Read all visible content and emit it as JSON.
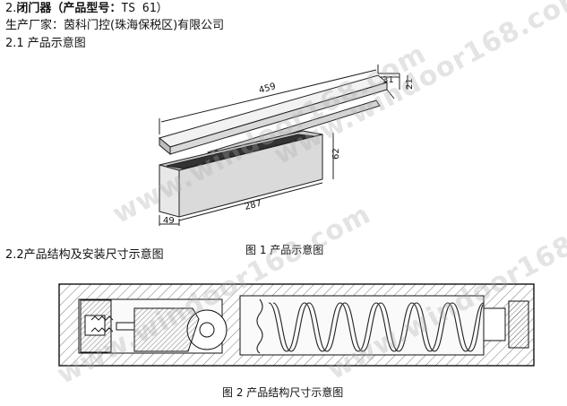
{
  "section": {
    "heading_prefix": "2.",
    "heading_bold": "闭门器（产品型号：",
    "heading_model": "TS 61）",
    "manufacturer": "生产厂家：茵科门控(珠海保税区)有限公司",
    "sub1": "2.1  产品示意图",
    "sub2": "2.2产品结构及安装尺寸示意图"
  },
  "figure1": {
    "caption": "图 1   产品示意图",
    "dims": {
      "length": "459",
      "width": "31",
      "height": "21",
      "body_height": "62",
      "body_length": "287",
      "body_depth": "49"
    }
  },
  "figure2": {
    "caption": "图 2   产品结构尺寸示意图"
  },
  "watermark": "www.windoor168.com"
}
